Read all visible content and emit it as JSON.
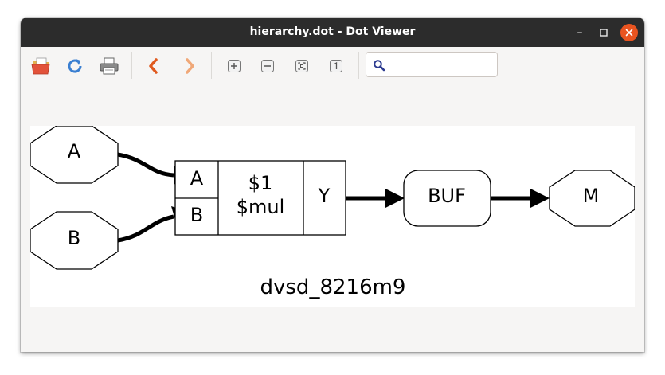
{
  "window": {
    "title": "hierarchy.dot - Dot Viewer",
    "controls": {
      "minimize": "–",
      "maximize": "▢",
      "close": "✕"
    }
  },
  "toolbar": {
    "items": [
      {
        "icon": "open-folder-icon"
      },
      {
        "icon": "reload-icon"
      },
      {
        "icon": "print-icon"
      },
      {
        "icon": "back-arrow-icon"
      },
      {
        "icon": "forward-arrow-icon"
      },
      {
        "icon": "zoom-in-icon"
      },
      {
        "icon": "zoom-out-icon"
      },
      {
        "icon": "zoom-fit-icon"
      },
      {
        "icon": "zoom-100-icon"
      }
    ],
    "search": {
      "icon": "search-icon",
      "value": "",
      "placeholder": ""
    }
  },
  "graph": {
    "nodes": {
      "input_a": "A",
      "input_b": "B",
      "cell_port_a": "A",
      "cell_port_b": "B",
      "cell_name": "$1",
      "cell_type": "$mul",
      "cell_port_y": "Y",
      "buffer": "BUF",
      "output_m": "M"
    },
    "module_label": "dvsd_8216m9"
  },
  "colors": {
    "titlebar": "#2c2c2c",
    "close_button": "#e95420",
    "window_bg": "#f6f5f4",
    "graph_bg": "#ffffff",
    "back_arrow": "#e05a1f",
    "forward_arrow": "#f0a878",
    "reload": "#3a7fd1"
  }
}
